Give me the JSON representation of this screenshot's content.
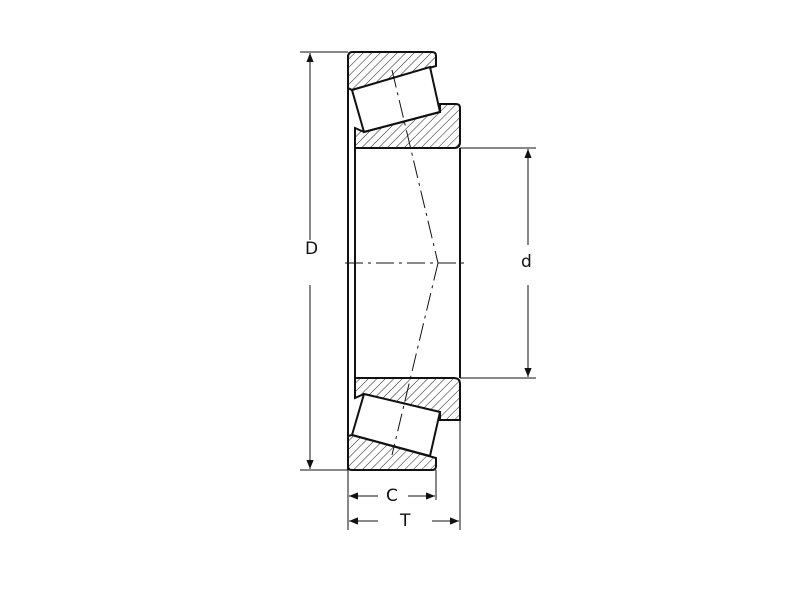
{
  "diagram": {
    "type": "tapered-roller-bearing-cross-section",
    "labels": {
      "outer_diameter": "D",
      "bore_diameter": "d",
      "cup_width": "C",
      "total_width": "T"
    },
    "colors": {
      "line": "#111111",
      "background": "#ffffff",
      "hatch": "#222222"
    }
  }
}
